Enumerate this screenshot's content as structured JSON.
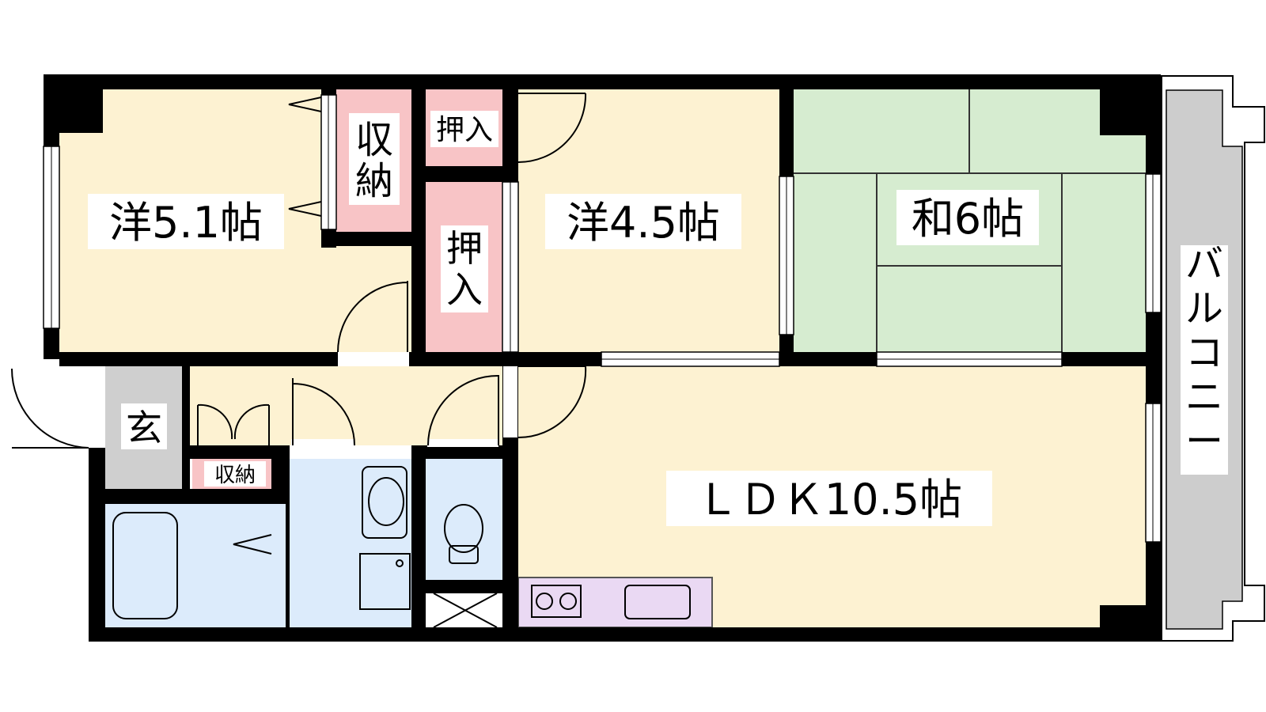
{
  "rooms": {
    "western_1": "洋5.1帖",
    "western_2": "洋4.5帖",
    "japanese": "和6帖",
    "ldk": "ＬＤＫ10.5帖",
    "entrance": "玄",
    "storage_1": "収納",
    "storage_2": "収納",
    "closet_top": "押入",
    "closet_side": "押入",
    "balcony": "バルコニー"
  },
  "colors": {
    "western_floor": "#fdf2d2",
    "japanese_floor": "#d6ecd0",
    "closet": "#f8c4c6",
    "water": "#dcebfb",
    "entrance": "#cfcfcf",
    "kitchen": "#ead9f3",
    "balcony": "#cdcdcd",
    "wall": "#000000"
  }
}
